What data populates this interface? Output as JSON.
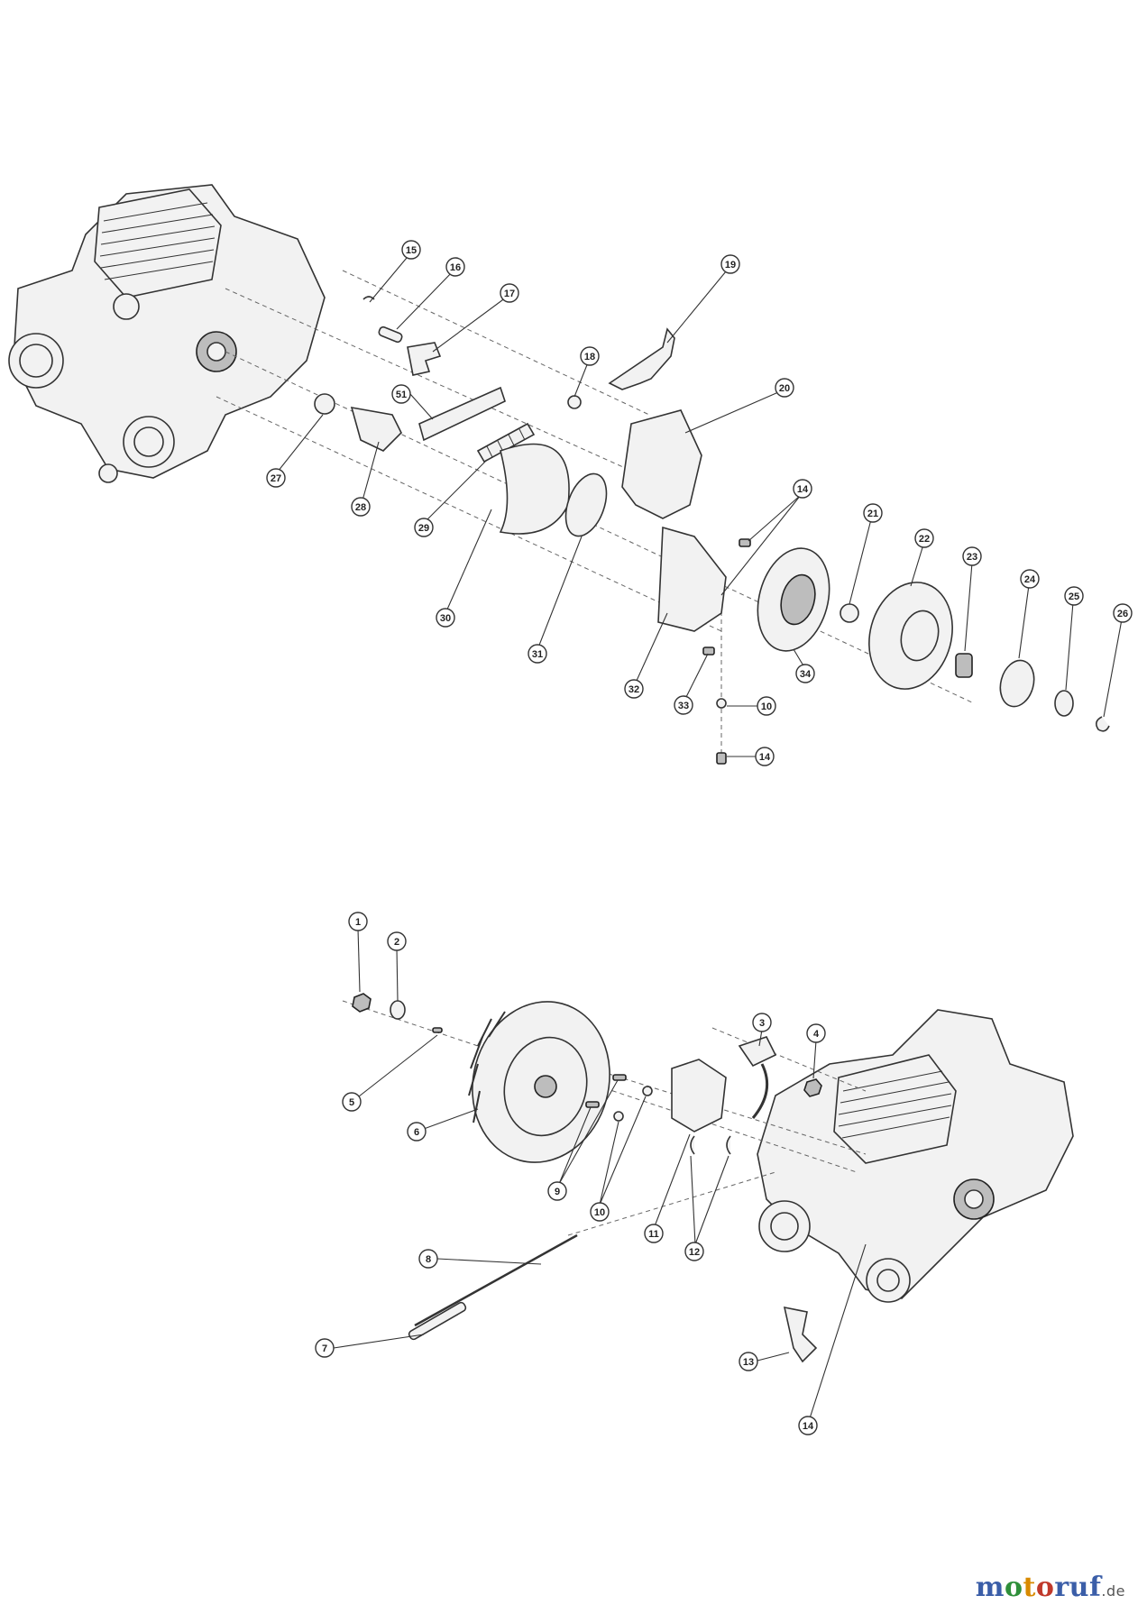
{
  "diagram": {
    "upper_callouts": [
      "15",
      "16",
      "17",
      "18",
      "19",
      "20",
      "51",
      "27",
      "28",
      "29",
      "30",
      "31",
      "14",
      "21",
      "22",
      "23",
      "24",
      "25",
      "26",
      "32",
      "33",
      "34",
      "10",
      "14"
    ],
    "lower_callouts": [
      "1",
      "2",
      "3",
      "4",
      "5",
      "6",
      "9",
      "10",
      "11",
      "12",
      "8",
      "7",
      "13",
      "14"
    ]
  },
  "logo": {
    "parts": [
      "m",
      "o",
      "t",
      "o",
      "ruf"
    ],
    "tld": ".de"
  }
}
